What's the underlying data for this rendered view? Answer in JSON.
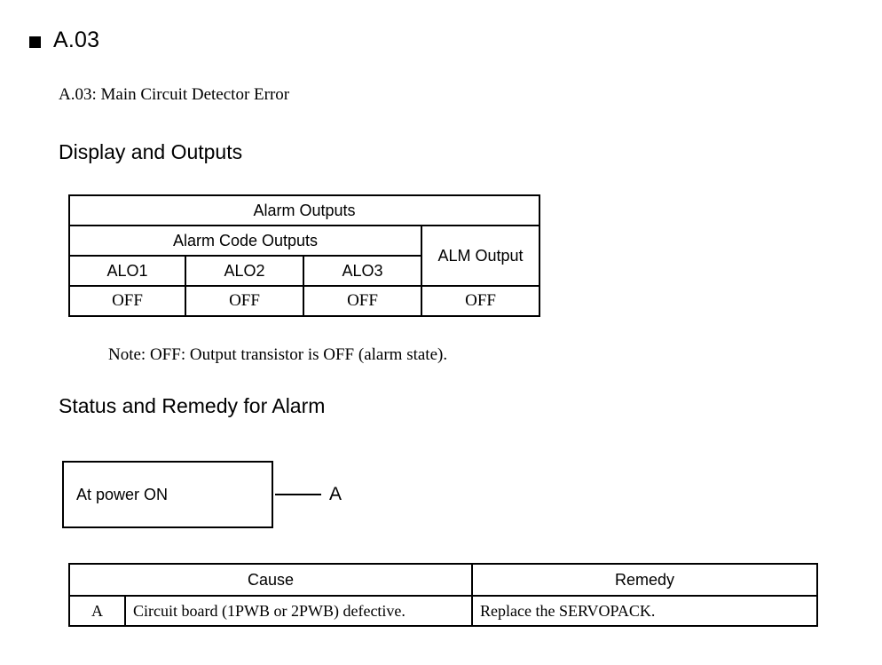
{
  "heading": {
    "bullet": "filled-square-bullet",
    "title": "A.03"
  },
  "subtitle": "A.03: Main Circuit Detector Error",
  "sections": {
    "display_outputs": {
      "heading": "Display and Outputs",
      "table": {
        "group_header": "Alarm Outputs",
        "subgroup_header": "Alarm Code Outputs",
        "alm_output_header": "ALM Output",
        "code_columns": [
          "ALO1",
          "ALO2",
          "ALO3"
        ],
        "code_values": [
          "OFF",
          "OFF",
          "OFF"
        ],
        "alm_value": "OFF"
      },
      "note": "Note: OFF: Output transistor is OFF (alarm state)."
    },
    "status_remedy": {
      "heading": "Status and Remedy for Alarm",
      "flow": {
        "box_label": "At power ON",
        "node_label": "A"
      },
      "table": {
        "headers": {
          "cause": "Cause",
          "remedy": "Remedy"
        },
        "rows": [
          {
            "code": "A",
            "cause": "Circuit board (1PWB or 2PWB) defective.",
            "remedy": "Replace the SERVOPACK."
          }
        ]
      }
    }
  }
}
